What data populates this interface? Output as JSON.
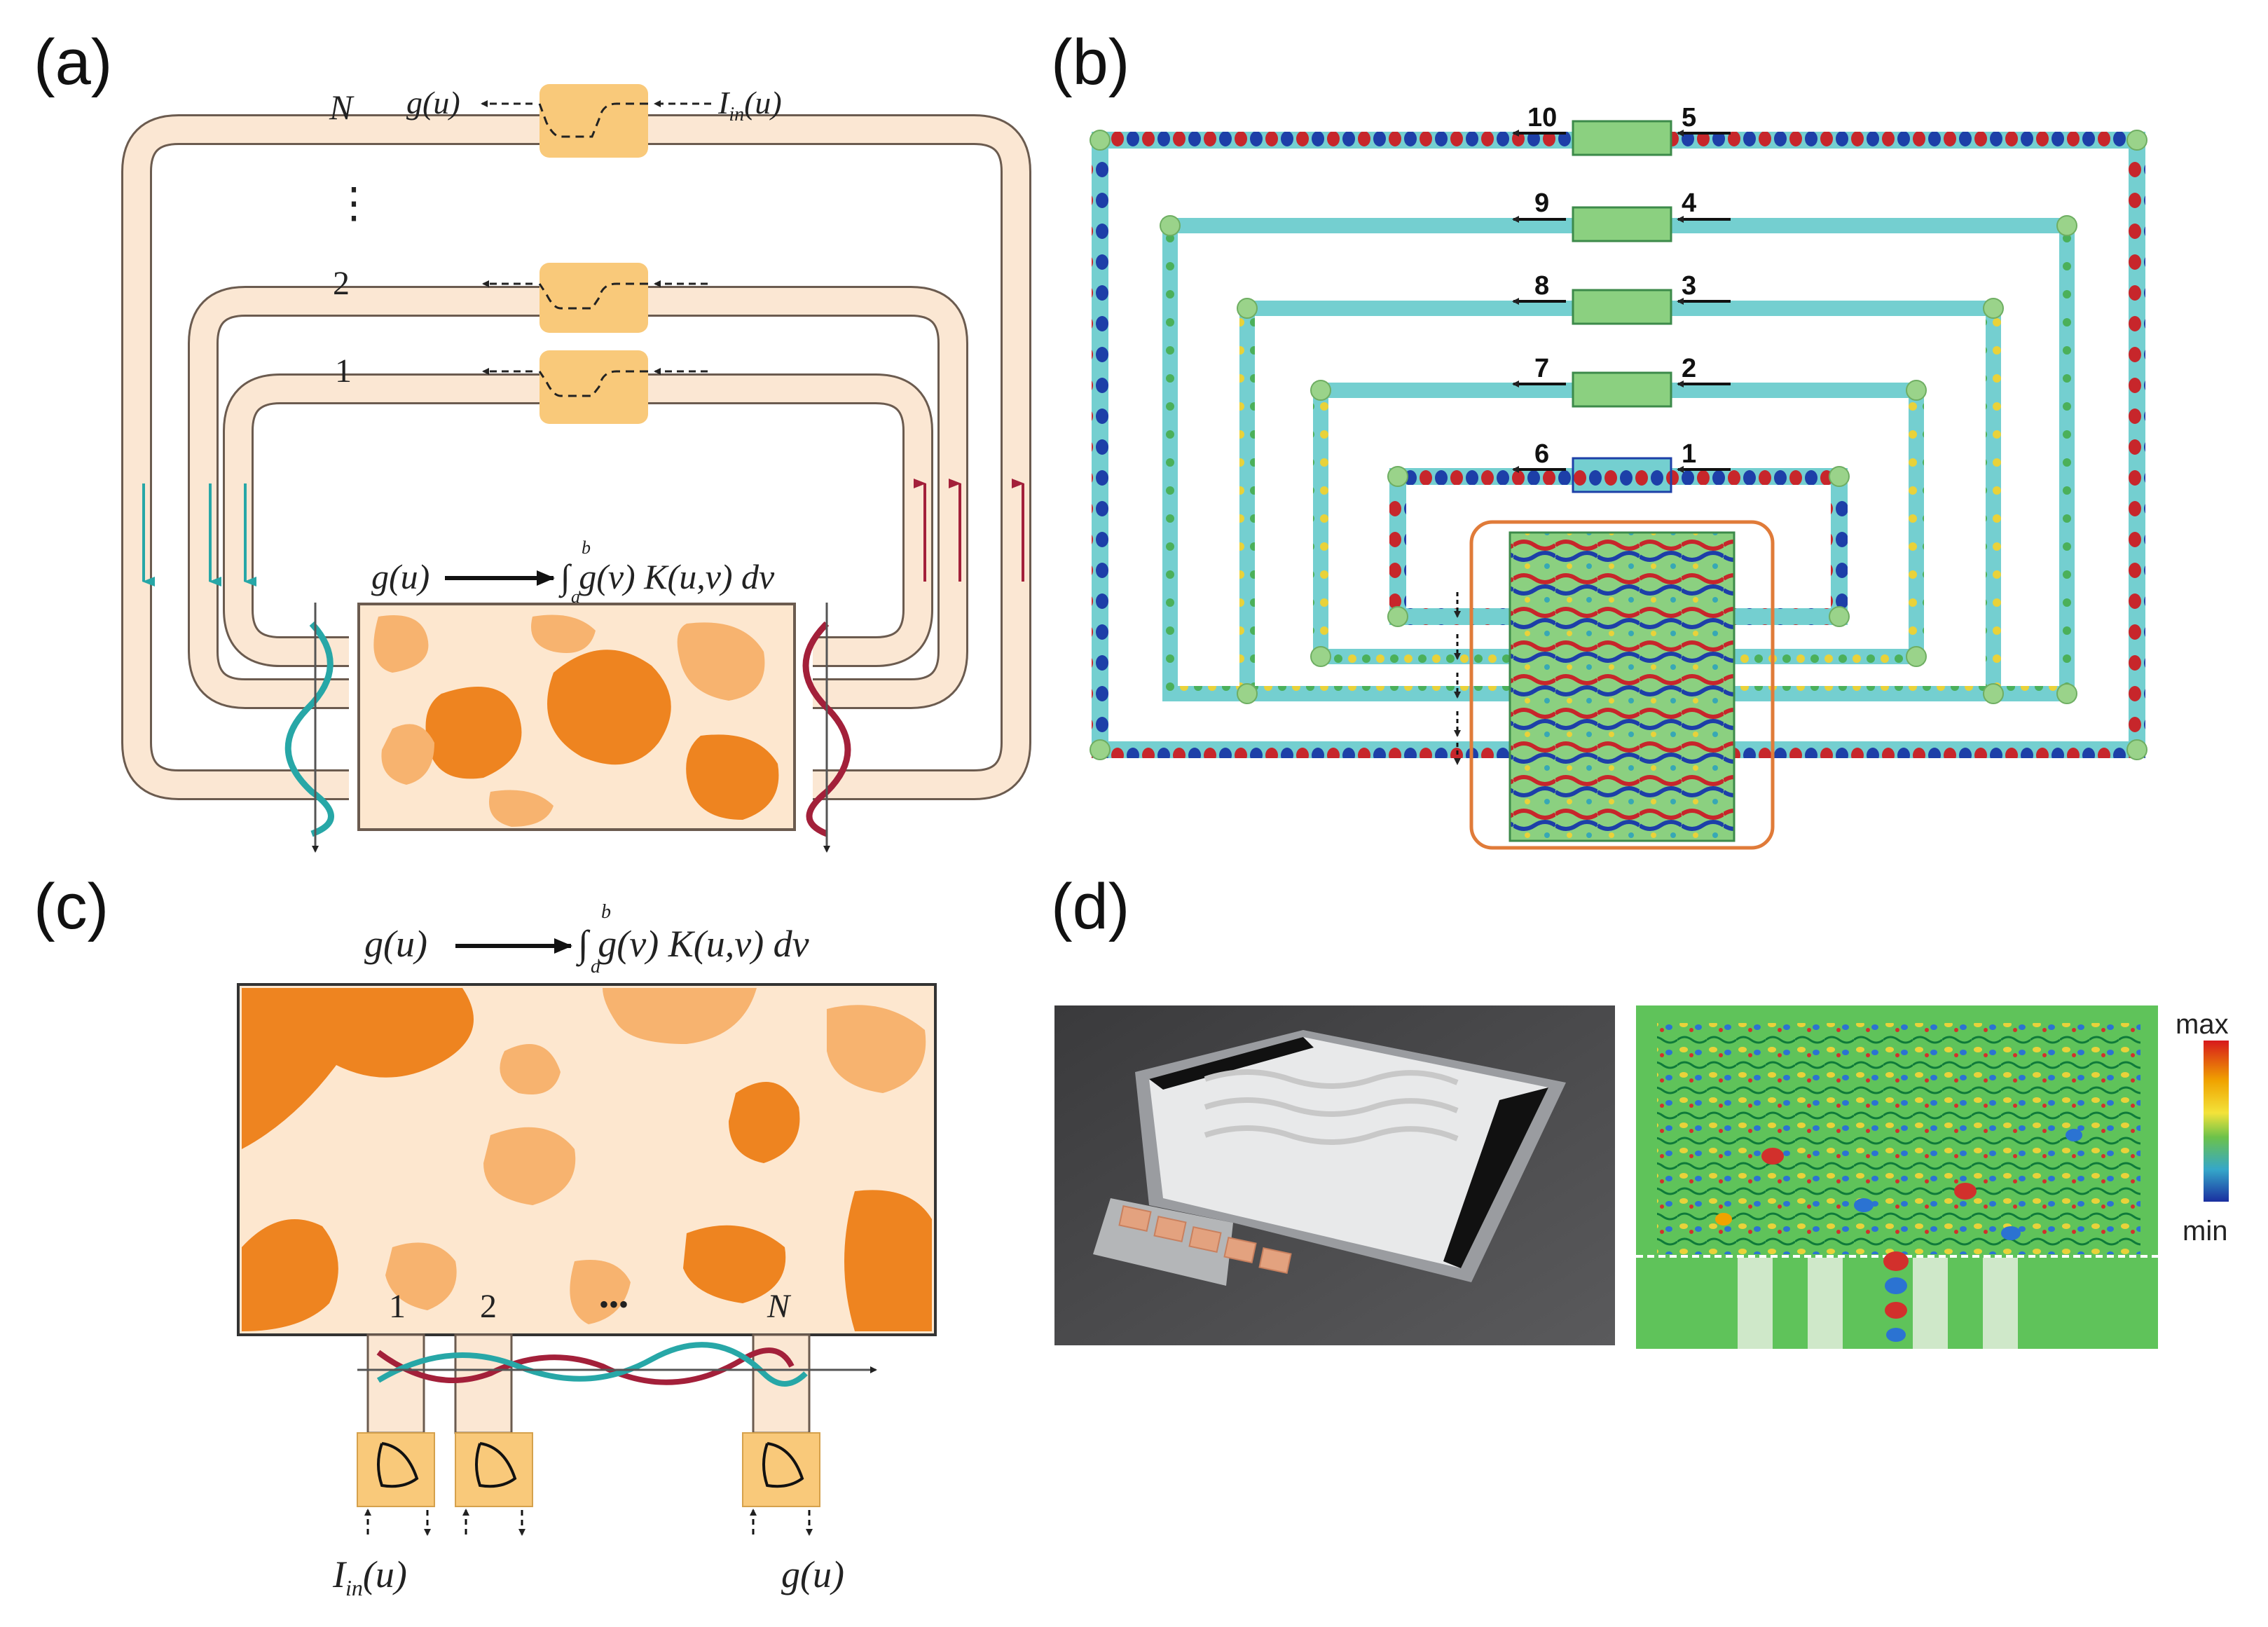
{
  "panels": {
    "a": {
      "label": "(a)",
      "loop_labels": [
        "N",
        "⋮",
        "2",
        "1"
      ],
      "top_output": "g(u)",
      "top_input": "I",
      "top_input_sub": "in",
      "top_input_arg": "(u)",
      "equation_left": "g(u)",
      "equation_right": "∫ g(v) K(u,v) dv",
      "int_lower": "a",
      "int_upper": "b"
    },
    "b": {
      "label": "(b)",
      "left_port_numbers": [
        "10",
        "9",
        "8",
        "7",
        "6"
      ],
      "right_port_numbers": [
        "5",
        "4",
        "3",
        "2",
        "1"
      ]
    },
    "c": {
      "label": "(c)",
      "equation_left": "g(u)",
      "equation_right": "∫ g(v) K(u,v) dv",
      "int_lower": "a",
      "int_upper": "b",
      "port_labels": [
        "1",
        "2",
        "•••",
        "N"
      ],
      "input_label": "I",
      "input_sub": "in",
      "input_arg": "(u)",
      "output_label": "g(u)"
    },
    "d": {
      "label": "(d)",
      "colorbar_max": "max",
      "colorbar_min": "min"
    }
  },
  "colors": {
    "waveguide_fill": "#fbe7d3",
    "waveguide_edge": "#6b5b4f",
    "coupler": "#f9c97a",
    "kernel_light": "#fde7cf",
    "kernel_mid": "#f7b36f",
    "kernel_dark": "#ee8420",
    "teal": "#27a7a7",
    "crimson": "#a3203a",
    "field_green": "#63c47a",
    "field_blue": "#1d3fa8",
    "field_red": "#c7262b",
    "highlight_orange": "#e07b39",
    "node_green": "#9ad38a"
  }
}
